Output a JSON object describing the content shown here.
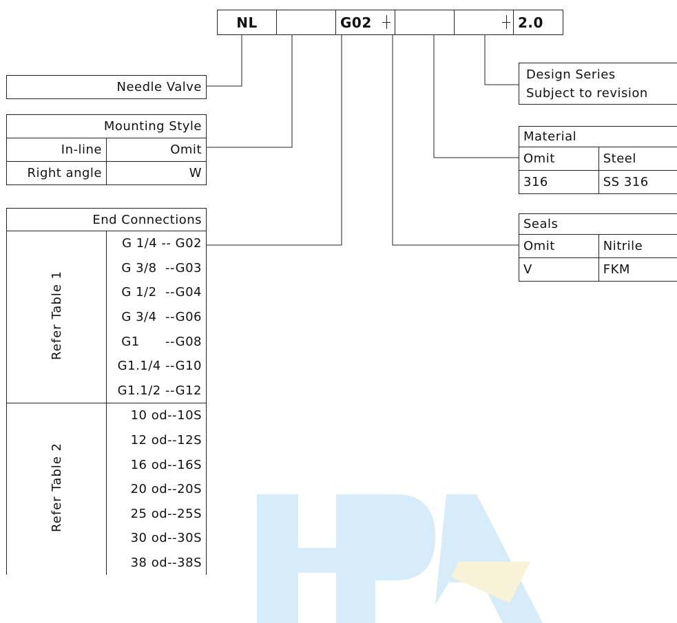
{
  "code_boxes": [
    "NL",
    "",
    "G02",
    "",
    "",
    "2.0"
  ],
  "needle": {
    "label": "Needle Valve"
  },
  "mounting": {
    "title": "Mounting Style",
    "rows": [
      {
        "name": "In-line",
        "code": "Omit"
      },
      {
        "name": "Right angle",
        "code": "W"
      }
    ]
  },
  "end_connections": {
    "title": "End Connections",
    "group1_label": "Refer Table 1",
    "group1": [
      "G 1/4 -- G02",
      "G 3/8  --G03",
      "G 1/2  --G04",
      "G 3/4  --G06",
      "G1      --G08",
      "G1.1/4 --G10",
      "G1.1/2 --G12"
    ],
    "group2_label": "Refer Table 2",
    "group2": [
      "10 od--10S",
      "12 od--12S",
      "16 od--16S",
      "20 od--20S",
      "25 od--25S",
      "30 od--30S",
      "38 od--38S"
    ]
  },
  "design": {
    "line1": "Design Series",
    "line2": "Subject to revision"
  },
  "material": {
    "title": "Material",
    "rows": [
      {
        "code": "Omit",
        "name": "Steel"
      },
      {
        "code": "316",
        "name": "SS 316"
      }
    ]
  },
  "seals": {
    "title": "Seals",
    "rows": [
      {
        "code": "Omit",
        "name": "Nitrile"
      },
      {
        "code": "V",
        "name": "FKM"
      }
    ]
  },
  "watermark": {
    "text": "HPA",
    "blue": "#d6ecf9",
    "yellow": "#f7f2d8"
  }
}
